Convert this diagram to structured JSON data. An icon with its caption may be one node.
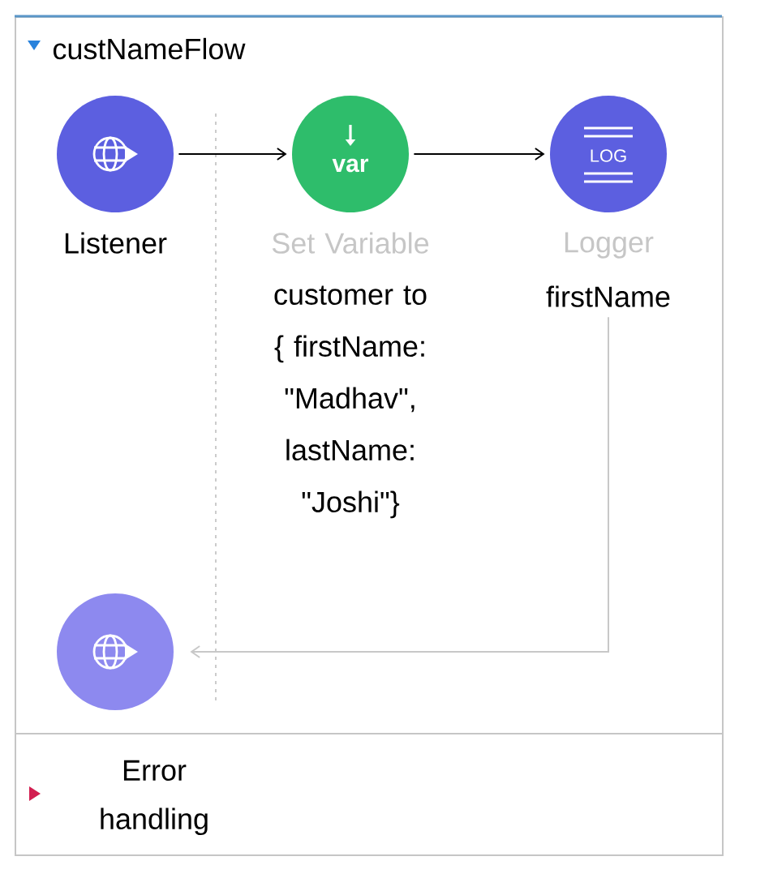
{
  "diagram": {
    "nodes": [
      {
        "text": [
          "custNameFlow"
        ]
      },
      {
        "text": [
          "Listener"
        ],
        "in": 0
      },
      {
        "text": [
          "Set Variable",
          "customer to { firstName: \"Madhav\", lastName: \"Joshi\"}"
        ],
        "in": 0
      },
      {
        "text": [
          "Logger",
          "firstName"
        ],
        "in": 0
      },
      {
        "text": [],
        "shape": "circle",
        "in": 0
      },
      {
        "text": [
          "Error handling"
        ]
      }
    ],
    "edges": [
      {
        "from": 1,
        "to": 2,
        "arrow": "to"
      },
      {
        "from": 2,
        "to": 3,
        "arrow": "to"
      },
      {
        "from": 3,
        "to": 4,
        "arrow": "to",
        "color": "#c8c8c8"
      }
    ],
    "labels": [
      "var",
      "LOG"
    ]
  }
}
